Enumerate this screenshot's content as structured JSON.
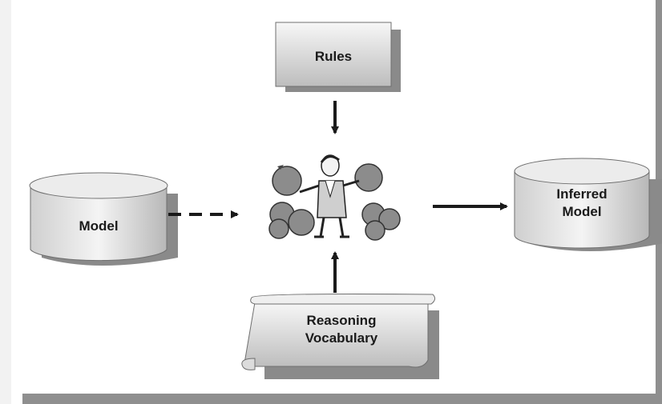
{
  "diagram": {
    "rules_label": "Rules",
    "model_label": "Model",
    "inferred_model_label": "Inferred\nModel",
    "reasoning_vocabulary_label": "Reasoning\nVocabulary"
  },
  "colors": {
    "box_fill_top": "#f4f4f4",
    "box_fill_bottom": "#bfbfbf",
    "shadow": "#8a8a8a",
    "arrow": "#1a1a1a",
    "fruit": "#8c8c8c"
  }
}
